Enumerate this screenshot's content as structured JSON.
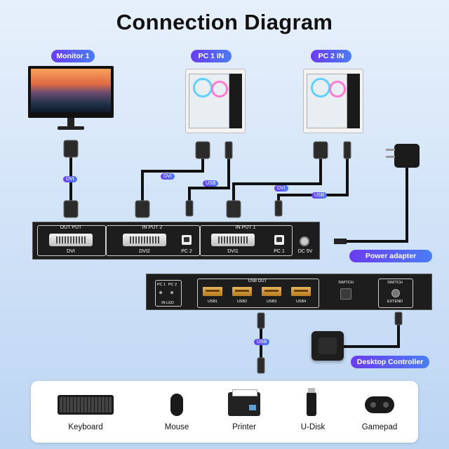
{
  "title": "Connection Diagram",
  "labels": {
    "monitor1": "Monitor 1",
    "pc1_in": "PC 1 IN",
    "pc2_in": "PC 2 IN",
    "power_adapter": "Power adapter",
    "desktop_controller": "Desktop Controller"
  },
  "cable_tags": {
    "dvi_monitor": "DVI",
    "dvi_pc1": "DVI",
    "usb_pc1": "USB",
    "dvi_pc2": "DVI",
    "usb_pc2": "USB",
    "usb_bottom": "USB"
  },
  "back_panel": {
    "output_title": "OUT PUT",
    "output_port": "DVI",
    "input2_title": "IN PUT 2",
    "input2_dvi": "DVI2",
    "input2_pc": "PC 2",
    "input1_title": "IN PUT 1",
    "input1_dvi": "DVI1",
    "input1_pc": "PC 1",
    "dc": "DC 5V"
  },
  "front_panel": {
    "led_pc1": "PC 1",
    "led_pc2": "PC 2",
    "led_label": "IN LED",
    "usb_out": "USB OUT",
    "usb_ports": [
      "USB1",
      "USB2",
      "USB3",
      "USB4"
    ],
    "switch_label": "SWITCH",
    "switch2_label": "SWITCH",
    "extend_label": "EXTEND"
  },
  "accessories": [
    {
      "name": "Keyboard",
      "icon": "keyboard-icon"
    },
    {
      "name": "Mouse",
      "icon": "mouse-icon"
    },
    {
      "name": "Printer",
      "icon": "printer-icon"
    },
    {
      "name": "U-Disk",
      "icon": "udisk-icon"
    },
    {
      "name": "Gamepad",
      "icon": "gamepad-icon"
    }
  ]
}
